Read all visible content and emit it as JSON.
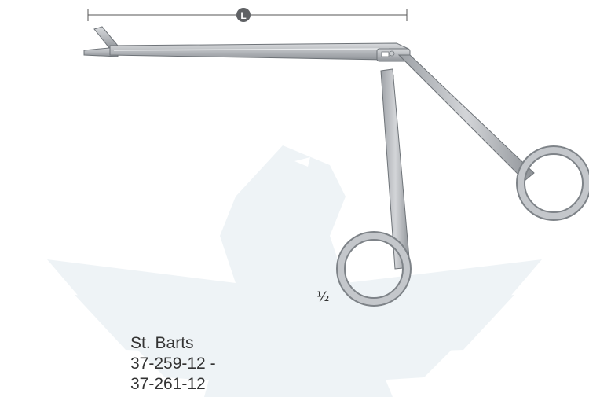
{
  "product": {
    "name": "St. Barts",
    "code_from": "37-259-12 -",
    "code_to": "37-261-12"
  },
  "dimension": {
    "marker_label": "L"
  },
  "scale": {
    "label": "½"
  },
  "watermark": {
    "icon": "eagle-logo-watermark",
    "color": "#eef3f6"
  },
  "colors": {
    "instrument_steel": "#b9bcc0",
    "instrument_edge": "#6e7378",
    "marker_fill": "#5f6164",
    "text": "#333333"
  }
}
